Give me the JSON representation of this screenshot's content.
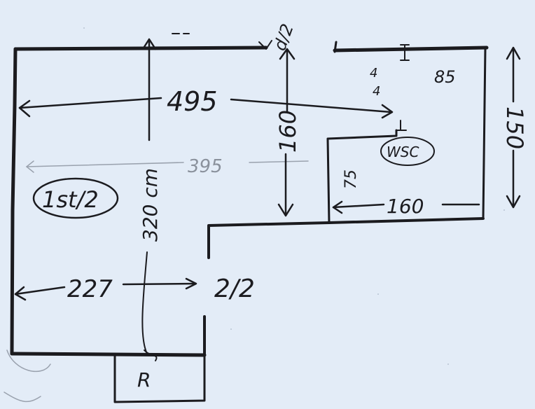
{
  "plan": {
    "labels": {
      "width_top": "495",
      "width_faint": "395",
      "width_bottom_left": "227",
      "height_main": "320 cm",
      "height_middle": "160",
      "height_right": "150",
      "wsc_width": "160",
      "wsc_height": "75",
      "small_a": "4",
      "small_b": "4",
      "value_85": "85",
      "top_right_note": "d/2",
      "room_first": "1st/2",
      "room_wsc": "WSC",
      "room_second": "2/2",
      "room_r": "R"
    }
  }
}
